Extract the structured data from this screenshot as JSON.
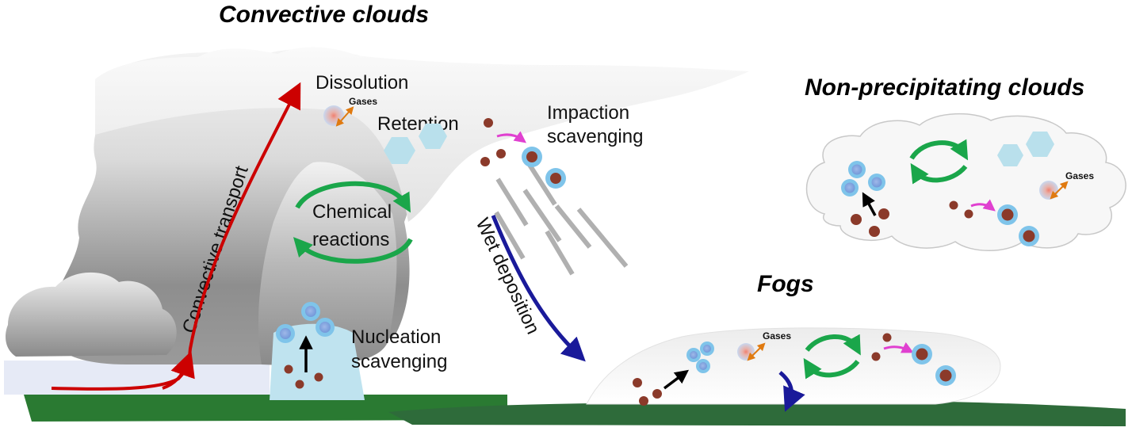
{
  "titles": {
    "convective": "Convective clouds",
    "nonprecip": "Non-precipitating clouds",
    "fogs": "Fogs"
  },
  "labels": {
    "dissolution": "Dissolution",
    "retention": "Retention",
    "impaction_1": "Impaction",
    "impaction_2": "scavenging",
    "chemical_1": "Chemical",
    "chemical_2": "reactions",
    "nucleation_1": "Nucleation",
    "nucleation_2": "scavenging",
    "convective_transport": "Convective transport",
    "wet_deposition": "Wet deposition",
    "gases": "Gases"
  },
  "colors": {
    "transport_arrow": "#cc0000",
    "wet_deposition_arrow": "#1a1a9a",
    "chemical_cycle": "#1aa64a",
    "impaction_arrow": "#e040d0",
    "gas_exchange": "#e07a10",
    "aerosol": "#8b3a2a",
    "droplet": "#7fc4ea",
    "ice_crystal": "#bfe3ef",
    "ground": "#2e6b3a"
  }
}
